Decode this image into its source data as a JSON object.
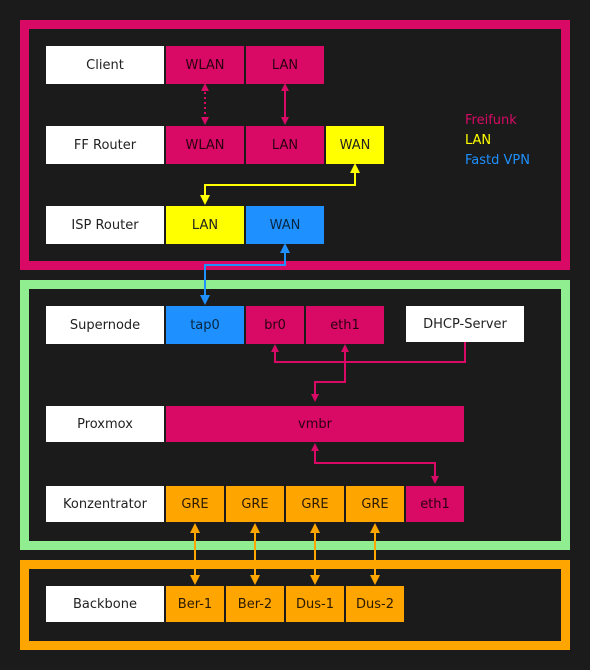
{
  "colors": {
    "freifunk": "#d80a65",
    "lan": "#ffff00",
    "vpn": "#1e90ff",
    "gateway": "#90ee90",
    "backbone": "#ffa500",
    "label_bg": "#ffffff",
    "background": "#1b1b1b"
  },
  "legend": {
    "freifunk": "Freifunk",
    "lan": "LAN",
    "vpn": "Fastd VPN"
  },
  "client": {
    "label": "Client",
    "wlan": "WLAN",
    "lan": "LAN"
  },
  "ff_router": {
    "label": "FF Router",
    "wlan": "WLAN",
    "lan": "LAN",
    "wan": "WAN"
  },
  "isp_router": {
    "label": "ISP Router",
    "lan": "LAN",
    "wan": "WAN"
  },
  "supernode": {
    "label": "Supernode",
    "tap0": "tap0",
    "br0": "br0",
    "eth1": "eth1",
    "dhcp": "DHCP-Server"
  },
  "proxmox": {
    "label": "Proxmox",
    "vmbr": "vmbr"
  },
  "konzentrator": {
    "label": "Konzentrator",
    "gre1": "GRE",
    "gre2": "GRE",
    "gre3": "GRE",
    "gre4": "GRE",
    "eth1": "eth1"
  },
  "backbone": {
    "label": "Backbone",
    "ber1": "Ber-1",
    "ber2": "Ber-2",
    "dus1": "Dus-1",
    "dus2": "Dus-2"
  }
}
